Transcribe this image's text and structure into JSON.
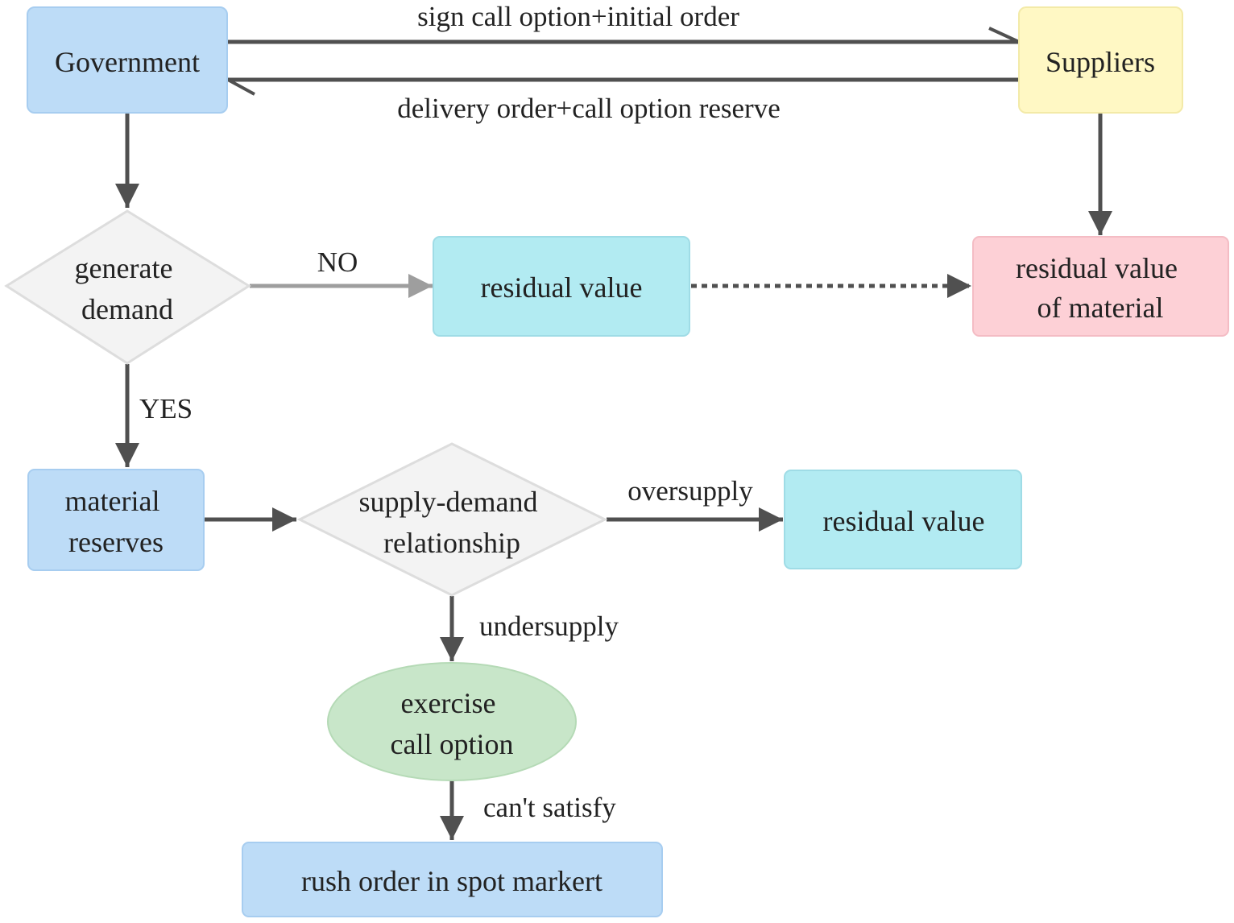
{
  "diagram": {
    "nodes": {
      "government": {
        "lines": [
          "Government"
        ]
      },
      "suppliers": {
        "lines": [
          "Suppliers"
        ]
      },
      "generate_demand": {
        "lines": [
          "generate",
          "demand"
        ]
      },
      "residual_value_1": {
        "lines": [
          "residual value"
        ]
      },
      "residual_value_material": {
        "lines": [
          "residual value",
          "of material"
        ]
      },
      "material_reserves": {
        "lines": [
          "material",
          "reserves"
        ]
      },
      "supply_demand": {
        "lines": [
          "supply-demand",
          "relationship"
        ]
      },
      "residual_value_2": {
        "lines": [
          "residual value"
        ]
      },
      "exercise_call_option": {
        "lines": [
          "exercise",
          "call option"
        ]
      },
      "rush_order": {
        "lines": [
          "rush order in spot markert"
        ]
      }
    },
    "edges": {
      "sign_call_option": "sign call option+initial order",
      "delivery_order": "delivery order+call option reserve",
      "no": "NO",
      "yes": "YES",
      "oversupply": "oversupply",
      "undersupply": "undersupply",
      "cant_satisfy": "can't satisfy"
    },
    "colors": {
      "blue_box": "#bddcf7",
      "cyan_box": "#b2ebf2",
      "yellow_box": "#fff8c4",
      "pink_box": "#fdd0d6",
      "green_ellipse": "#c8e6c9",
      "diamond_fill": "#f3f3f3",
      "diamond_stroke": "#dddddd",
      "dark_arrow": "#505050",
      "gray_arrow": "#9e9e9e"
    }
  }
}
